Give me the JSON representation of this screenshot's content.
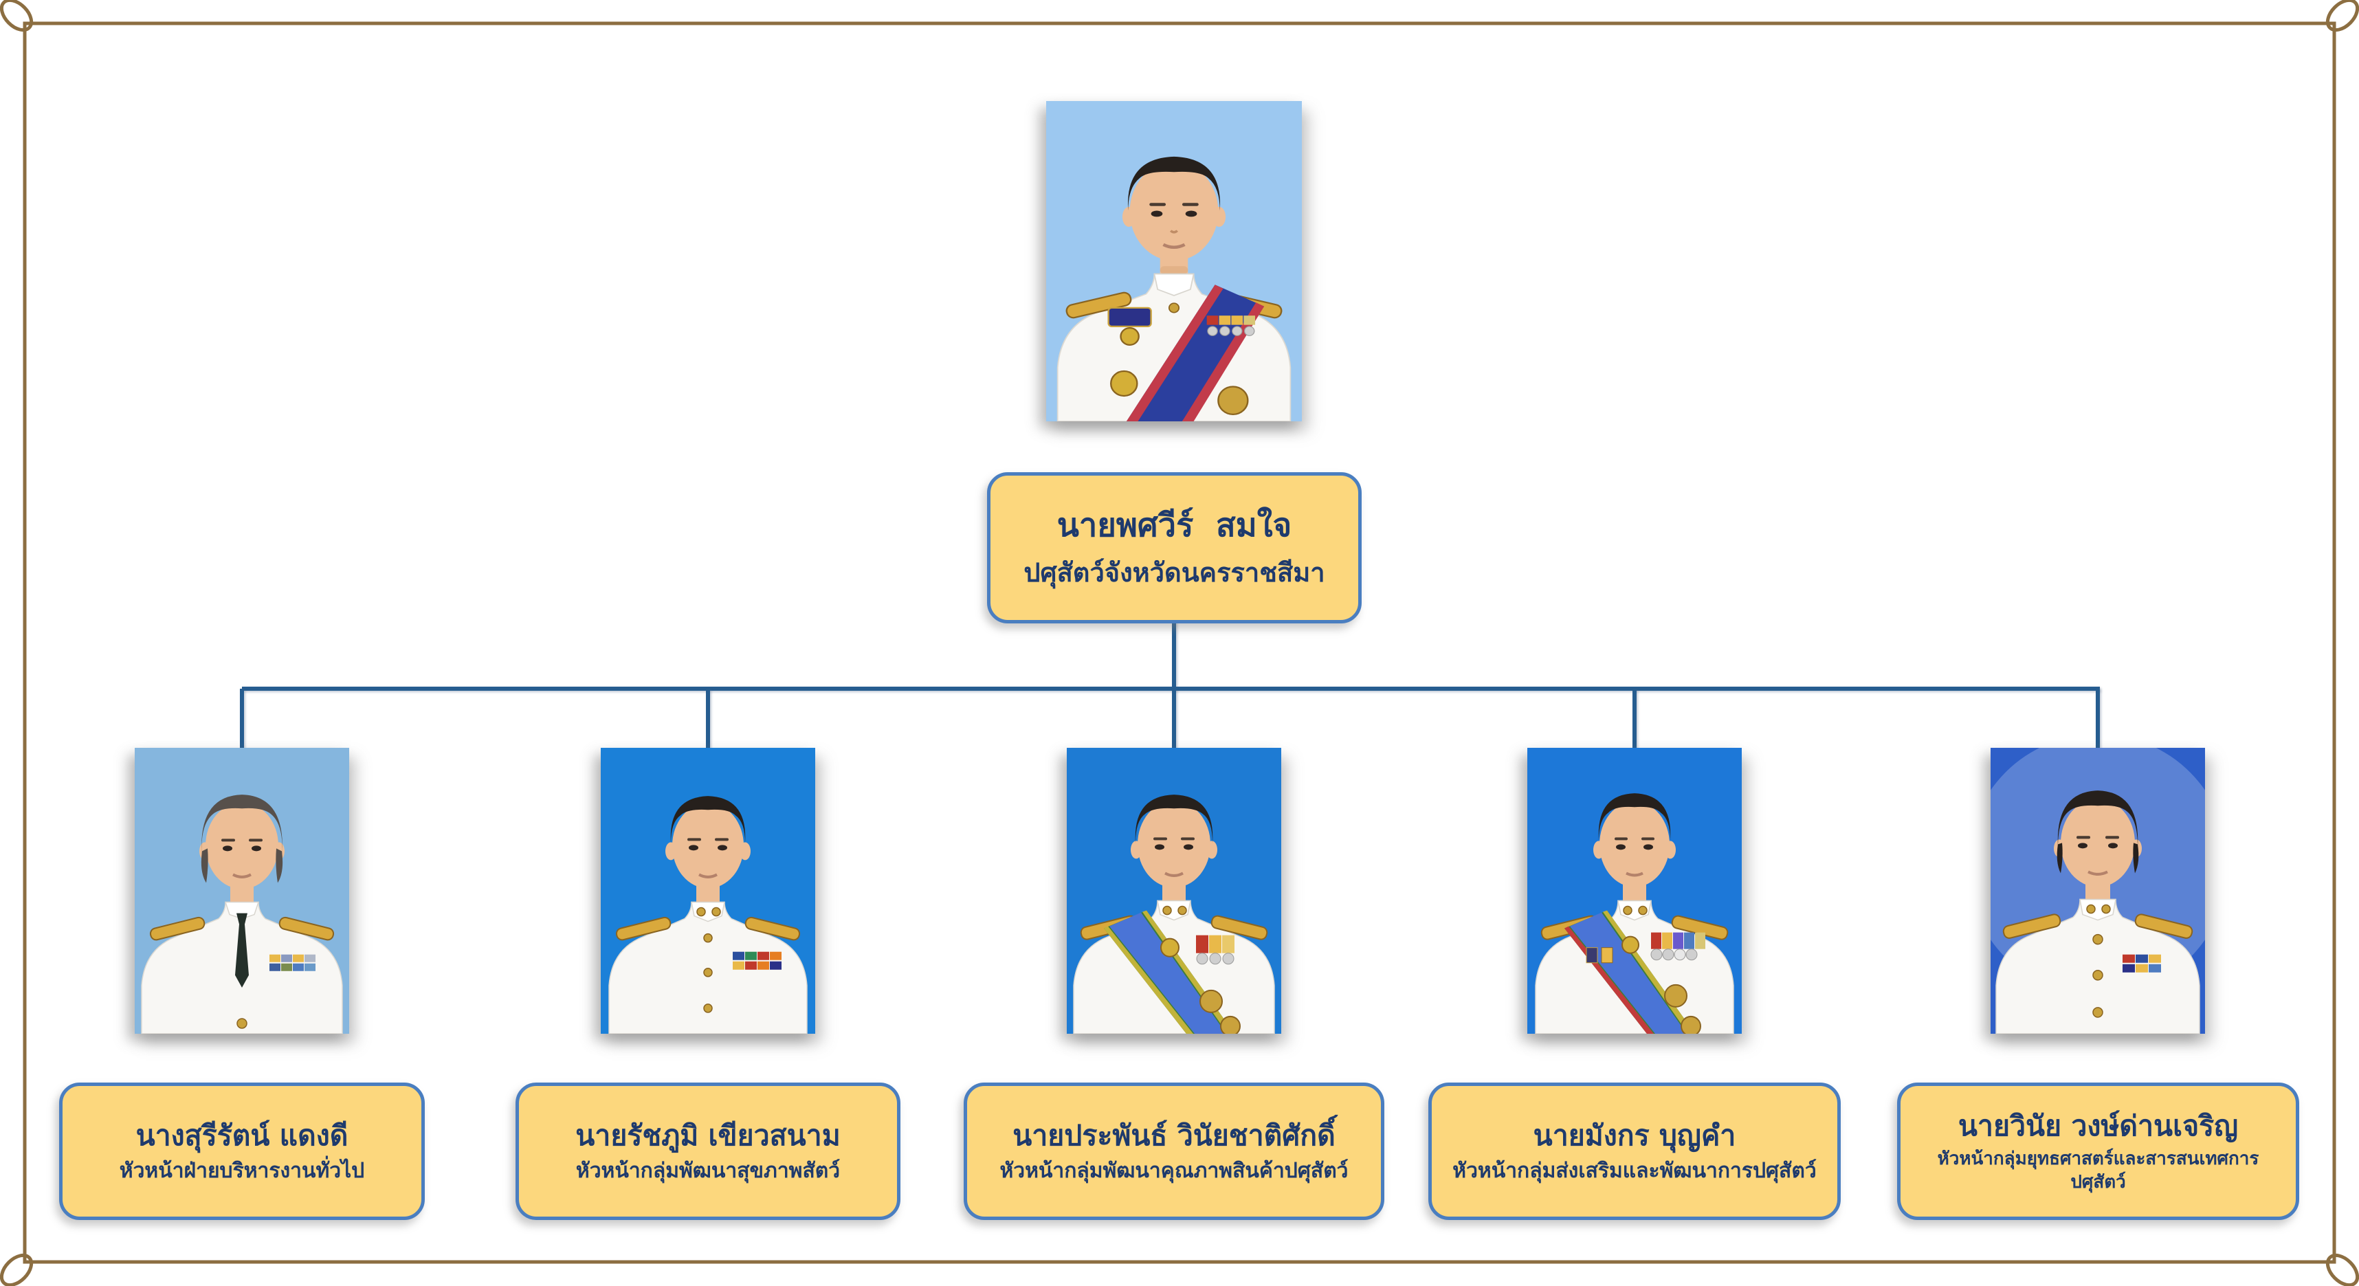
{
  "page": {
    "frame_color": "#8c6e41",
    "background": "#ffffff"
  },
  "org_chart": {
    "colors": {
      "box_fill": "#fcd77d",
      "box_border": "#4a7ec0",
      "text": "#1e3a6d",
      "connector": "#265d90"
    },
    "root": {
      "name": "นายพศวีร์  สมใจ",
      "title": "ปศุสัตว์จังหวัดนครราชสีมา",
      "photo": {
        "icon": "portrait-man-white-uniform-blue-sash",
        "bg_color": "#9cc8f0",
        "sash_color": "#2b3f9e"
      }
    },
    "subordinates": [
      {
        "name": "นางสุรีรัตน์ แดงดี",
        "title": "หัวหน้าฝ่ายบริหารงานทั่วไป",
        "photo": {
          "icon": "portrait-woman-white-uniform-black-tie",
          "bg_color": "#85b6de"
        }
      },
      {
        "name": "นายรัชภูมิ เขียวสนาม",
        "title": "หัวหน้ากลุ่มพัฒนาสุขภาพสัตว์",
        "photo": {
          "icon": "portrait-man-white-uniform-ribbons",
          "bg_color": "#1b80d8"
        }
      },
      {
        "name": "นายประพันธ์ วินัยชาติศักดิ์",
        "title": "หัวหน้ากลุ่มพัฒนาคุณภาพสินค้าปศุสัตว์",
        "photo": {
          "icon": "portrait-man-white-uniform-blue-green-sash",
          "bg_color": "#1e7bd3",
          "sash_color": "#4a74d6"
        }
      },
      {
        "name": "นายมังกร บุญคำ",
        "title": "หัวหน้ากลุ่มส่งเสริมและพัฒนาการปศุสัตว์",
        "photo": {
          "icon": "portrait-man-white-uniform-blue-green-sash",
          "bg_color": "#1d78d8",
          "sash_color": "#4a74d6"
        }
      },
      {
        "name": "นายวินัย วงษ์ด่านเจริญ",
        "title": "หัวหน้ากลุ่มยุทธศาสตร์และสารสนเทศการปศุสัตว์",
        "photo": {
          "icon": "portrait-man-white-uniform-ribbons",
          "bg_color": "#2e5fc8"
        }
      }
    ]
  }
}
